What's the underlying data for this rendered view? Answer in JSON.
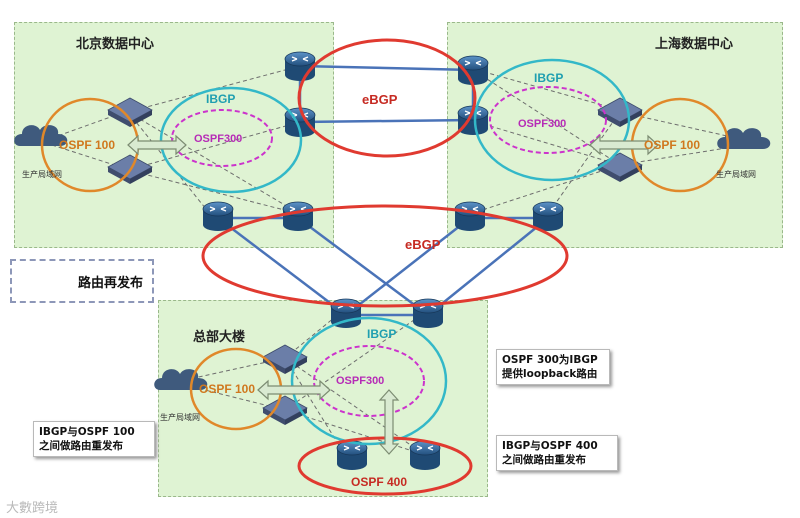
{
  "zones": {
    "beijing": "北京数据中心",
    "shanghai": "上海数据中心",
    "hq": "总部大楼"
  },
  "protocols": {
    "ebgp_top": "eBGP",
    "ebgp_mid": "eBGP",
    "ibgp": "IBGP",
    "ospf300": "OSPF300",
    "ospf100": "OSPF  100",
    "ospf400": "OSPF  400"
  },
  "networks": {
    "production": "生产局域网"
  },
  "legend": {
    "label": "路由再发布"
  },
  "callouts": {
    "ospf300_note": [
      "OSPF  300为IBGP",
      "提供loopback路由"
    ],
    "ibgp_ospf100_note": [
      "IBGP与OSPF  100",
      "之间做路由重发布"
    ],
    "ibgp_ospf400_note": [
      "IBGP与OSPF  400",
      "之间做路由重发布"
    ]
  },
  "watermark": "大數跨境",
  "colors": {
    "zone_fill": "#dff3d3",
    "ebgp_ring": "#e03a30",
    "ibgp_ring": "#33b8c8",
    "ospf300_ring": "#cc33cc",
    "ospf100_ring": "#e0882a",
    "link_blue": "#4a73b8"
  }
}
